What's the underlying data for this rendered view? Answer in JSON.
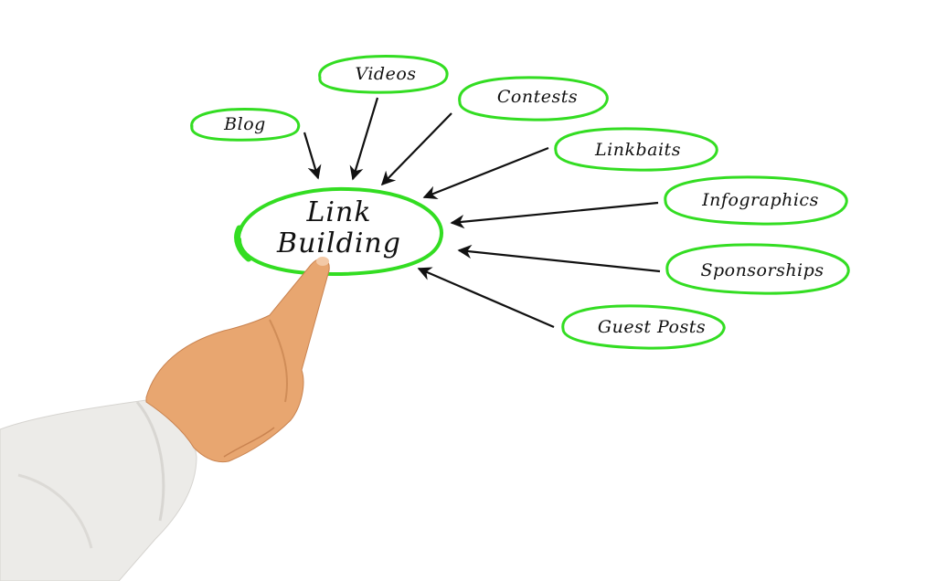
{
  "diagram": {
    "center": {
      "label_line1": "Link",
      "label_line2": "Building"
    },
    "nodes": [
      {
        "id": "blog",
        "label": "Blog"
      },
      {
        "id": "videos",
        "label": "Videos"
      },
      {
        "id": "contests",
        "label": "Contests"
      },
      {
        "id": "linkbaits",
        "label": "Linkbaits"
      },
      {
        "id": "infographics",
        "label": "Infographics"
      },
      {
        "id": "sponsorships",
        "label": "Sponsorships"
      },
      {
        "id": "guest-posts",
        "label": "Guest Posts"
      }
    ],
    "colors": {
      "ellipse_stroke": "#33dd22",
      "arrow": "#111111",
      "text": "#111111",
      "background": "#ffffff"
    }
  }
}
